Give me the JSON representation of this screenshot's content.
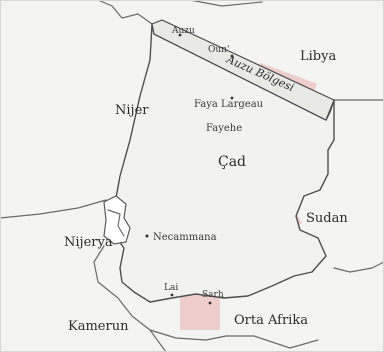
{
  "map": {
    "countries": {
      "libya": "Libya",
      "niger": "Nijer",
      "chad": "Çad",
      "sudan": "Sudan",
      "nigeria": "Nijerya",
      "cameroon": "Kamerun",
      "car": "Orta Afrika"
    },
    "strip_label": "Auzu Bölgesi",
    "cities": {
      "aouzou": "Auzu",
      "ouni": "Oun'",
      "faya": "Faya Largeau",
      "fayehe": "Fayehe",
      "ndjamena": "Necammana",
      "lai": "Lai",
      "sarh": "Sarh"
    }
  },
  "colors": {
    "watermark": "#d21f1f"
  }
}
